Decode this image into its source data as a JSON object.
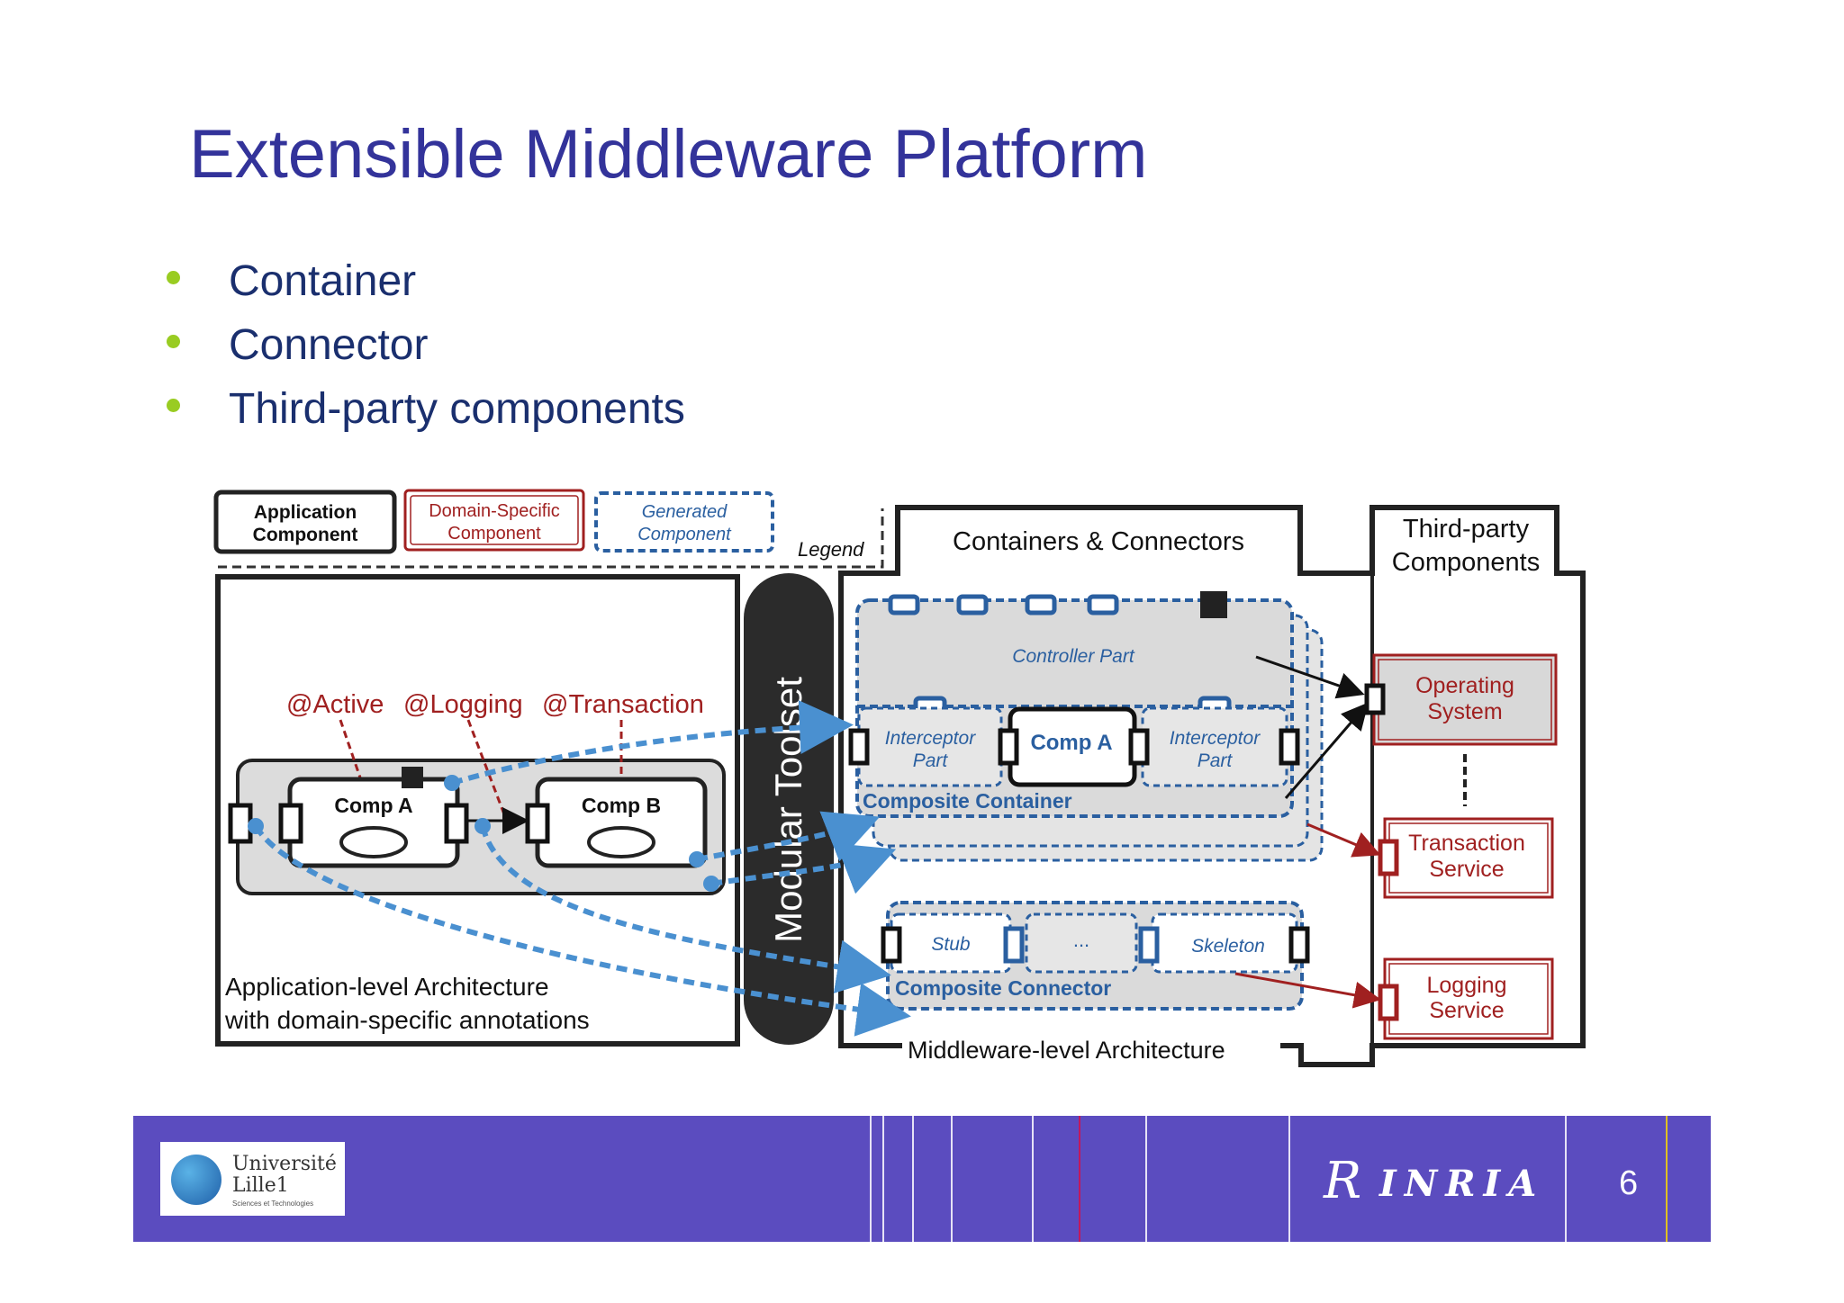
{
  "slide": {
    "title": "Extensible Middleware Platform",
    "bullets": [
      "Container",
      "Connector",
      "Third-party components"
    ],
    "page_number": "6"
  },
  "legend": {
    "application": [
      "Application",
      "Component"
    ],
    "domain_specific": [
      "Domain-Specific",
      "Component"
    ],
    "generated": [
      "Generated",
      "Component"
    ],
    "label": "Legend"
  },
  "application_panel": {
    "annotations": [
      "@Active",
      "@Logging",
      "@Transaction"
    ],
    "comp_a": "Comp A",
    "comp_b": "Comp B",
    "caption": [
      "Application-level Architecture",
      "with domain-specific annotations"
    ]
  },
  "toolset": {
    "label": "Modular Toolset"
  },
  "middleware_panel": {
    "header": "Containers & Connectors",
    "controller_part": "Controller Part",
    "interceptor_part": [
      "Interceptor",
      "Part"
    ],
    "comp_a": "Comp A",
    "composite_container": "Composite Container",
    "stub": "Stub",
    "ellipsis": "...",
    "skeleton": "Skeleton",
    "composite_connector": "Composite Connector",
    "caption": "Middleware-level Architecture"
  },
  "third_party_panel": {
    "header": [
      "Third-party",
      "Components"
    ],
    "operating_system": [
      "Operating",
      "System"
    ],
    "transaction_service": [
      "Transaction",
      "Service"
    ],
    "logging_service": [
      "Logging",
      "Service"
    ]
  },
  "footer": {
    "university": [
      "Université",
      "Lille1",
      "Sciences et Technologies"
    ],
    "inria_mark": "R",
    "inria": "INRIA"
  },
  "colors": {
    "title": "#33339a",
    "bullet_text": "#1a2f6e",
    "bullet_dot": "#99cc22",
    "generated_blue": "#2a5fa0",
    "domain_red": "#a02020",
    "footer_bg": "#5b4cbf"
  }
}
